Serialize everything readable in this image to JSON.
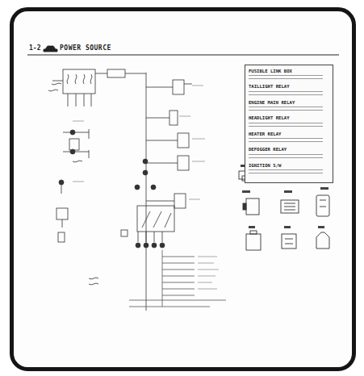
{
  "diagram": {
    "title": "POWER SOURCE",
    "nodes": [
      {
        "text": [
          "FUSIBLE LINK BOX",
          "TAILLIGHT RELAY",
          "ENGINE MAIN RELAY",
          "HEADLIGHT RELAY",
          "HEATER RELAY",
          "DEFOGGER RELAY",
          "IGNITION S/W"
        ]
      }
    ],
    "labels": [
      "1-2"
    ]
  }
}
